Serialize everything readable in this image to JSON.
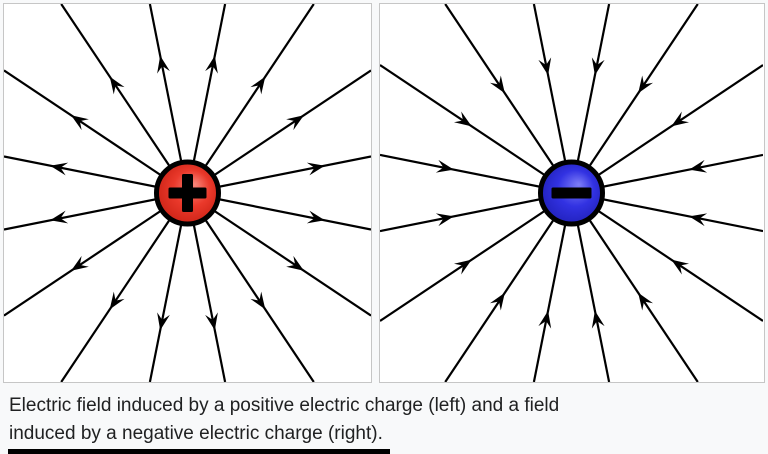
{
  "page": {
    "background_color": "#f8f9fa"
  },
  "figure": {
    "panels": [
      {
        "name": "positive-charge",
        "sign": "+",
        "field_direction": "outward",
        "charge_gradient": [
          "#f8867a",
          "#ea392b",
          "#c11a0e"
        ],
        "panel_border_color": "#c6c6c6",
        "panel_background": "#ffffff"
      },
      {
        "name": "negative-charge",
        "sign": "−",
        "field_direction": "inward",
        "charge_gradient": [
          "#7d7df7",
          "#3232e2",
          "#1a1aac"
        ],
        "panel_border_color": "#c6c6c6",
        "panel_background": "#ffffff"
      }
    ],
    "field": {
      "num_lines": 16,
      "angle_offset_deg": 11.25,
      "line_color": "#000000",
      "line_width": 2.2,
      "arrow_tip_radius_outward": 140,
      "arrow_tip_radius_inward": 120,
      "arrow_length": 17,
      "arrow_half_width": 6.5,
      "charge_radius": 31,
      "charge_outline_color": "#000000",
      "charge_outline_width": 5,
      "sign_color": "#000000"
    }
  },
  "caption": {
    "line1": "Electric field induced by a positive electric charge (left) and a field",
    "line2": "induced by a negative electric charge (right).",
    "text_color": "#202122"
  },
  "bottom_bar": {
    "color": "#000000"
  }
}
